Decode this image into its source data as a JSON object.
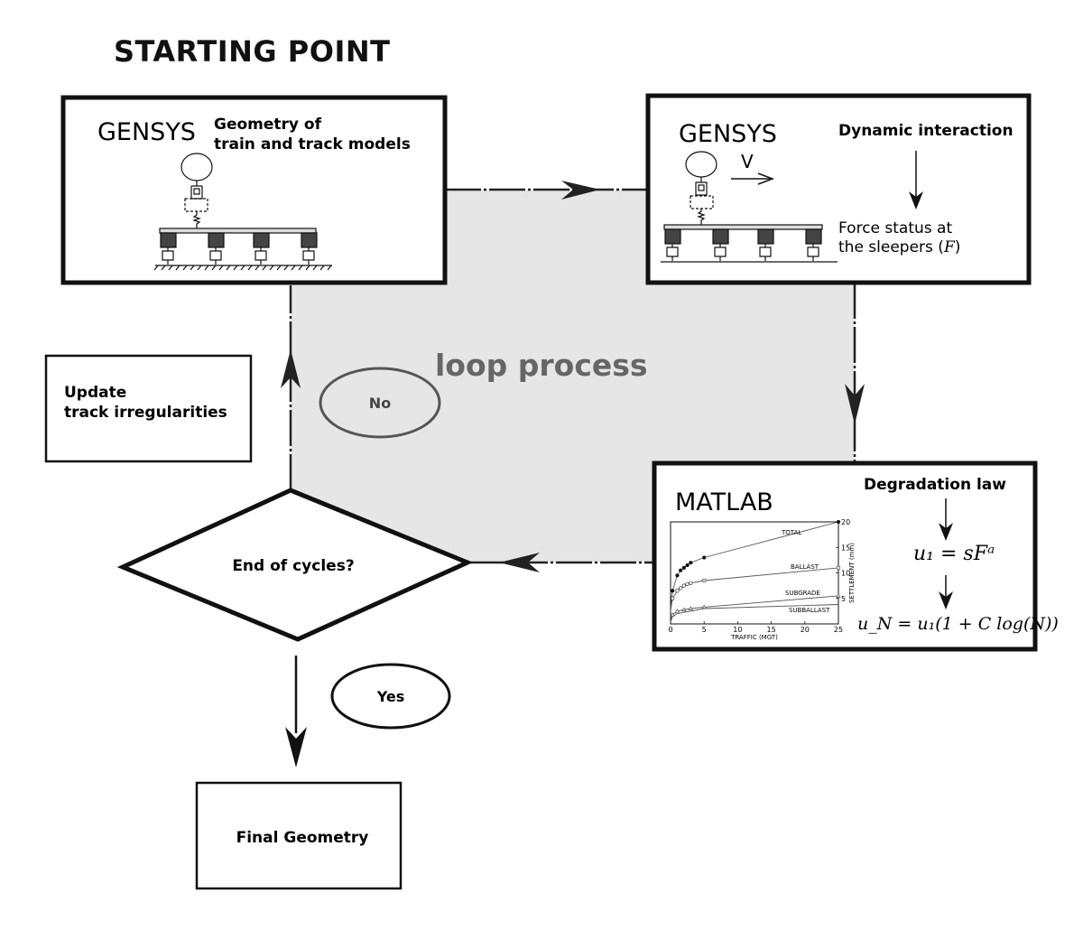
{
  "title": "STARTING POINT",
  "loop_label": "loop process",
  "box_gensys_geometry": {
    "tool": "GENSYS",
    "line1": "Geometry of",
    "line2": "train and track models"
  },
  "box_gensys_dynamic": {
    "tool": "GENSYS",
    "velocity": "V",
    "heading": "Dynamic interaction",
    "result_line1": "Force status at",
    "result_line2": "the sleepers (",
    "result_symbol": "F",
    "result_close": ")"
  },
  "box_matlab": {
    "tool": "MATLAB",
    "heading": "Degradation law",
    "eq1": "u₁ = sFᵃ",
    "eq2": "u_N = u₁(1 + C log(N))"
  },
  "update_box": {
    "line1": "Update",
    "line2": "track irregularities"
  },
  "decision": {
    "label": "End of cycles?"
  },
  "no_label": "No",
  "yes_label": "Yes",
  "final_box": {
    "label": "Final Geometry"
  },
  "chart_data": {
    "type": "line",
    "title": "",
    "xlabel": "TRAFFIC (MGT)",
    "ylabel": "SETTLEMENT (mm)",
    "xlim": [
      0,
      25
    ],
    "ylim": [
      0,
      20
    ],
    "x_ticks": [
      0,
      5,
      10,
      15,
      20,
      25
    ],
    "y_ticks": [
      5,
      10,
      15,
      20
    ],
    "y_axis_side": "right",
    "series": [
      {
        "name": "TOTAL",
        "x": [
          0,
          0.3,
          1,
          1.5,
          2,
          2.5,
          3,
          5,
          25
        ],
        "y": [
          3,
          6.5,
          9.5,
          10.5,
          11,
          11.5,
          12,
          13,
          20
        ]
      },
      {
        "name": "BALLAST",
        "x": [
          0,
          0.3,
          1,
          1.5,
          2,
          2.5,
          3,
          5,
          25
        ],
        "y": [
          2.5,
          5,
          6.5,
          7,
          7.5,
          7.8,
          8,
          8.5,
          11
        ]
      },
      {
        "name": "SUBGRADE",
        "x": [
          0,
          0.3,
          1,
          2,
          3,
          5,
          25
        ],
        "y": [
          0.5,
          1.8,
          2.5,
          2.8,
          3,
          3.3,
          5.5
        ]
      },
      {
        "name": "SUBBALLAST",
        "x": [
          0,
          0.3,
          1,
          2,
          3,
          5,
          25
        ],
        "y": [
          0.3,
          1.5,
          2.0,
          2.3,
          2.5,
          3,
          3.8
        ]
      }
    ]
  }
}
